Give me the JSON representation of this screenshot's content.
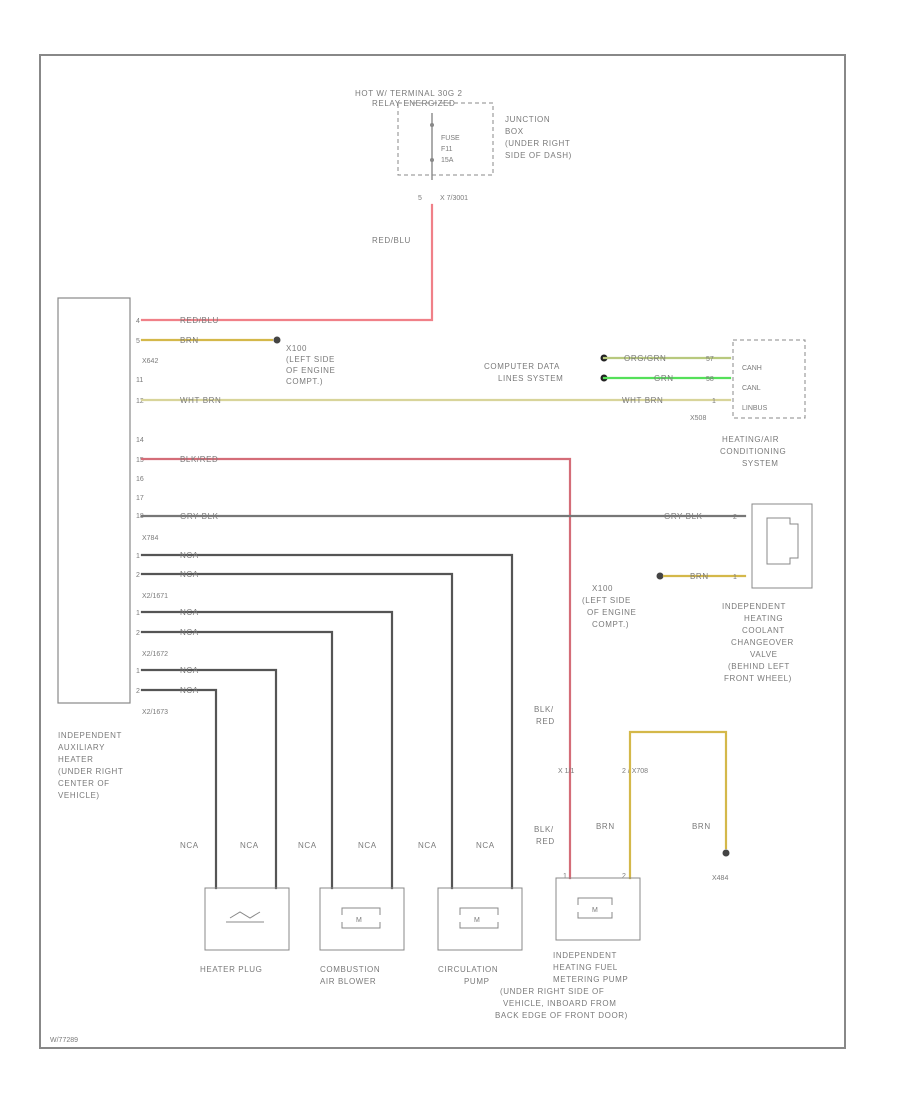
{
  "diagram_id": "W/77289",
  "fuse_block": {
    "supply": "HOT W/ TERMINAL 30G 2",
    "relay": "RELAY ENERGIZED",
    "fuse_label": "FUSE",
    "fuse_num": "F11",
    "fuse_amp": "15A",
    "junction_box": [
      "JUNCTION",
      "BOX",
      "(UNDER RIGHT",
      "SIDE OF DASH)"
    ],
    "pin": "5",
    "connector": "X 7/3001",
    "wire": "RED/BLU"
  },
  "heater_unit": {
    "name": [
      "INDEPENDENT",
      "AUXILIARY",
      "HEATER",
      "(UNDER RIGHT",
      "CENTER OF",
      "VEHICLE)"
    ],
    "pins": [
      {
        "pin": "4",
        "wire": "RED/BLU"
      },
      {
        "pin": "5",
        "wire": "BRN"
      },
      {
        "pin": "X642"
      },
      {
        "pin": "11"
      },
      {
        "pin": "12",
        "wire": "WHT BRN"
      },
      {
        "pin": "14"
      },
      {
        "pin": "15",
        "wire": "BLK/RED"
      },
      {
        "pin": "16"
      },
      {
        "pin": "17"
      },
      {
        "pin": "18",
        "wire": "GRY BLK"
      },
      {
        "pin": "X784"
      },
      {
        "pin": "1",
        "wire": "NCA"
      },
      {
        "pin": "2",
        "wire": "NCA"
      },
      {
        "pin": "X2/1671"
      },
      {
        "pin": "1",
        "wire": "NCA"
      },
      {
        "pin": "2",
        "wire": "NCA"
      },
      {
        "pin": "X2/1672"
      },
      {
        "pin": "1",
        "wire": "NCA"
      },
      {
        "pin": "2",
        "wire": "NCA"
      },
      {
        "pin": "X2/1673"
      }
    ]
  },
  "ground_1": [
    "X100",
    "(LEFT SIDE",
    "OF ENGINE",
    "COMPT.)"
  ],
  "data_lines": {
    "label": [
      "COMPUTER DATA",
      "LINES SYSTEM"
    ],
    "wire_hi": "ORG/GRN",
    "wire_lo": "GRN",
    "wire_bus": "WHT BRN",
    "pins": [
      "57",
      "58",
      "1"
    ],
    "can": [
      "CANH",
      "CANL",
      "LINBUS"
    ],
    "connector": "X508",
    "module": [
      "HEATING/AIR",
      "CONDITIONING",
      "SYSTEM"
    ]
  },
  "valve": {
    "wire": "GRY BLK",
    "pin": "2",
    "ground_wire": "BRN",
    "ground_pin": "1",
    "ground": [
      "X100",
      "(LEFT SIDE",
      "OF ENGINE",
      "COMPT.)"
    ],
    "name": [
      "INDEPENDENT",
      "HEATING",
      "COOLANT",
      "CHANGEOVER",
      "VALVE",
      "(BEHIND LEFT",
      "FRONT WHEEL)"
    ]
  },
  "pump": {
    "wire1_top": "BLK/\nRED",
    "wire1_bot": "BLK/\nRED",
    "wire1_top_lines": [
      "BLK/",
      "RED"
    ],
    "wire1_bot_lines": [
      "BLK/",
      "RED"
    ],
    "splice_pins": [
      "1",
      "2"
    ],
    "splice_conn": "X 1/1",
    "splice2": "2 / X708",
    "wire2": "BRN",
    "wire3": "BRN",
    "ground": "X484",
    "name": [
      "INDEPENDENT",
      "HEATING FUEL",
      "METERING PUMP",
      "(UNDER RIGHT SIDE OF",
      "VEHICLE, INBOARD FROM",
      "BACK EDGE OF FRONT DOOR)"
    ]
  },
  "components": [
    {
      "name": [
        "HEATER PLUG"
      ],
      "wires": [
        "NCA",
        "NCA"
      ]
    },
    {
      "name": [
        "COMBUSTION",
        "AIR BLOWER"
      ],
      "wires": [
        "NCA",
        "NCA"
      ]
    },
    {
      "name": [
        "CIRCULATION",
        "PUMP"
      ],
      "wires": [
        "NCA",
        "NCA"
      ]
    }
  ],
  "colors": {
    "red_blu": "#f08088",
    "brn": "#d4b84a",
    "wht_brn": "#d8d49a",
    "blk_red": "#d46d78",
    "org_grn": "#b8c97e",
    "grn": "#55e05a",
    "gray": "#777777",
    "dark": "#555555"
  }
}
